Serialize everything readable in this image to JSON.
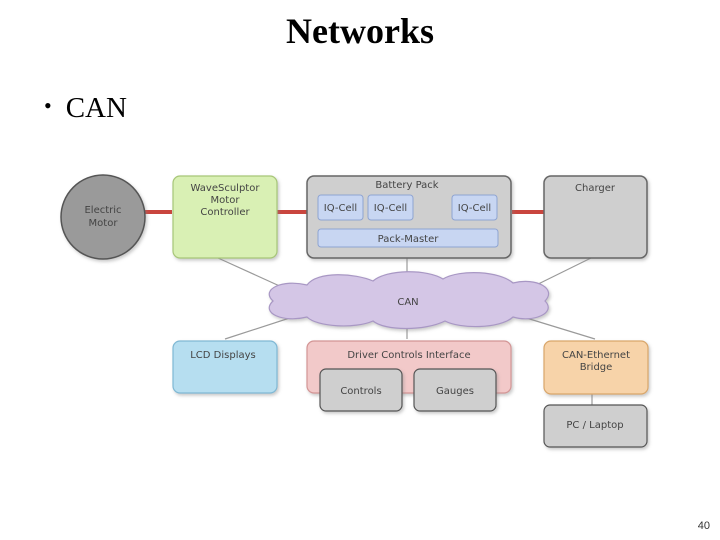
{
  "slide": {
    "title": "Networks",
    "bullet": "CAN",
    "page_number": "40"
  },
  "diagram": {
    "electric_motor": [
      "Electric",
      "Motor"
    ],
    "motor_controller": [
      "WaveSculptor",
      "Motor",
      "Controller"
    ],
    "battery_pack": "Battery Pack",
    "iq_cell": "IQ-Cell",
    "pack_master": "Pack-Master",
    "charger": "Charger",
    "can_bus": "CAN",
    "lcd_displays": "LCD Displays",
    "driver_controls": "Driver Controls Interface",
    "controls": "Controls",
    "gauges": "Gauges",
    "can_ethernet_bridge": [
      "CAN-Ethernet",
      "Bridge"
    ],
    "pc_laptop": "PC / Laptop",
    "colors": {
      "power_line": "#c9453e",
      "can_cloud": "#d4c6e6",
      "motor_controller": "#d9f0b4",
      "lcd_displays": "#b6def0",
      "driver_controls": "#f2c9c9",
      "bridge": "#f7d3a9",
      "grey_box": "#cfcfcf",
      "iq_cell": "#c8d6f2"
    }
  }
}
